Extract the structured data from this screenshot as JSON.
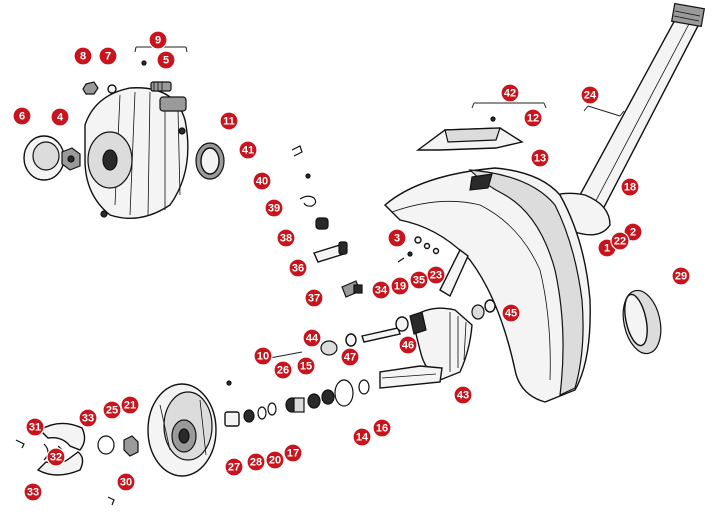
{
  "callouts": [
    {
      "label": "1",
      "part": "pin"
    },
    {
      "label": "2",
      "part": "nut"
    },
    {
      "label": "3",
      "part": "nut"
    },
    {
      "label": "4",
      "part": "hub-nut"
    },
    {
      "label": "5",
      "part": "bolt"
    },
    {
      "label": "6",
      "part": "hub-cap"
    },
    {
      "label": "7",
      "part": "washer"
    },
    {
      "label": "8",
      "part": "nut"
    },
    {
      "label": "9",
      "part": "fastener-group"
    },
    {
      "label": "10",
      "part": "brake-anchor-plate"
    },
    {
      "label": "11",
      "part": "seal-ring"
    },
    {
      "label": "12",
      "part": "fender-emblem"
    },
    {
      "label": "13",
      "part": "front-fender"
    },
    {
      "label": "14",
      "part": "o-ring"
    },
    {
      "label": "15",
      "part": "bearing"
    },
    {
      "label": "16",
      "part": "washer"
    },
    {
      "label": "17",
      "part": "ring"
    },
    {
      "label": "18",
      "part": "bolt"
    },
    {
      "label": "19",
      "part": "washer"
    },
    {
      "label": "20",
      "part": "ring"
    },
    {
      "label": "21",
      "part": "nut"
    },
    {
      "label": "22",
      "part": "washer"
    },
    {
      "label": "23",
      "part": "bolt"
    },
    {
      "label": "24",
      "part": "steering-tube"
    },
    {
      "label": "25",
      "part": "washer"
    },
    {
      "label": "26",
      "part": "bearing-set"
    },
    {
      "label": "27",
      "part": "spacer"
    },
    {
      "label": "28",
      "part": "bearing"
    },
    {
      "label": "29",
      "part": "bushing"
    },
    {
      "label": "30",
      "part": "screw"
    },
    {
      "label": "31",
      "part": "spring"
    },
    {
      "label": "32",
      "part": "spring"
    },
    {
      "label": "33",
      "part": "brake-shoe"
    },
    {
      "label": "34",
      "part": "screw"
    },
    {
      "label": "35",
      "part": "washer"
    },
    {
      "label": "36",
      "part": "shock-bushing"
    },
    {
      "label": "37",
      "part": "grease-fitting"
    },
    {
      "label": "38",
      "part": "bushing"
    },
    {
      "label": "39",
      "part": "clip"
    },
    {
      "label": "40",
      "part": "pin"
    },
    {
      "label": "41",
      "part": "cotter-pin"
    },
    {
      "label": "42",
      "part": "fender-trim"
    },
    {
      "label": "43",
      "part": "swing-arm"
    },
    {
      "label": "44",
      "part": "bushing"
    },
    {
      "label": "45",
      "part": "spindle"
    },
    {
      "label": "46",
      "part": "seal"
    },
    {
      "label": "47",
      "part": "washer"
    }
  ],
  "colors": {
    "badge": "#c8141c",
    "badge_text": "#ffffff",
    "ink": "#111111",
    "paper": "#ffffff"
  }
}
